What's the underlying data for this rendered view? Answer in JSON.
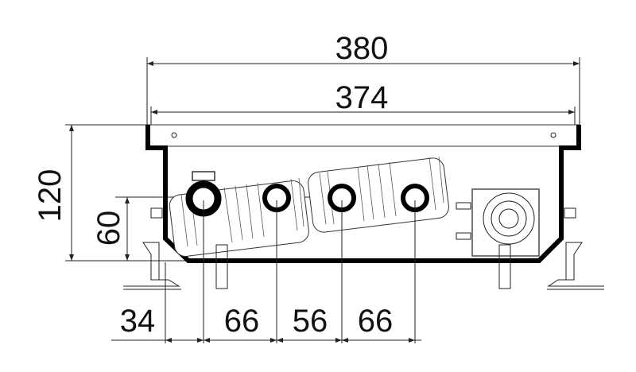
{
  "drawing": {
    "dimensions": {
      "overall_width": "380",
      "inner_width": "374",
      "height": "120",
      "pipe_axis_height": "60",
      "offset_wall_to_first_pipe": "34",
      "pipe_spacing_1": "66",
      "pipe_spacing_2": "56",
      "pipe_spacing_3": "66"
    },
    "colors": {
      "line": "#000000",
      "background": "#ffffff"
    }
  }
}
